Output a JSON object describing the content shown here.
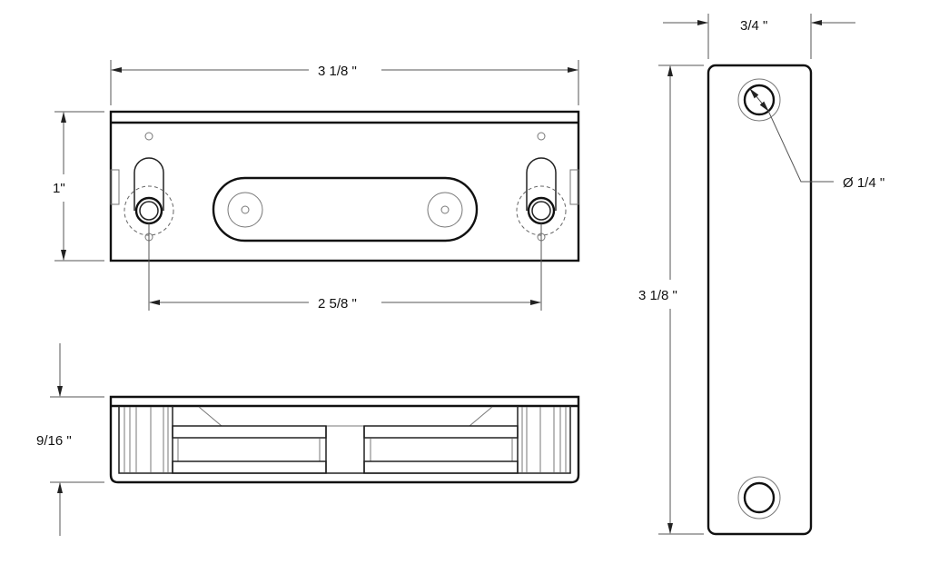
{
  "title": "Magnetic catch dimensional drawing",
  "dimensions": {
    "top_view_length": "3 1/8  \"",
    "top_view_height": "1\"",
    "hole_spacing": "2 5/8  \"",
    "bottom_view_depth": "9/16  \"",
    "side_view_width": "3/4  \"",
    "side_view_length": "3 1/8  \"",
    "hole_diameter": "Ø 1/4  \""
  }
}
